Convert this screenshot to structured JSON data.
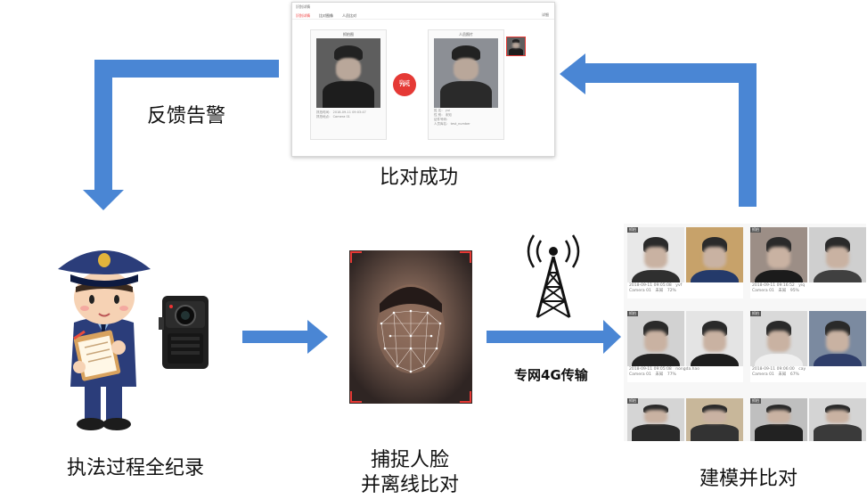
{
  "labels": {
    "feedback_alarm": "反馈告警",
    "match_success": "比对成功",
    "law_enforcement": "执法过程全纪录",
    "capture_line1": "捕捉人脸",
    "capture_line2": "并离线比对",
    "transmission": "专网4G传输",
    "modeling": "建模并比对"
  },
  "window": {
    "title": "识别详情",
    "tabs": [
      "识别详情",
      "比对图像",
      "人员比对"
    ],
    "tab_count": "详细",
    "left_header": "抓拍图",
    "right_header": "人员照片",
    "score_label": "相似度",
    "score_value": "79%",
    "left_meta": [
      "抓拍时间：  2018-09-11 09:03:47",
      "抓拍地点：  Camera 01"
    ],
    "right_meta": [
      "姓    名：  yui",
      "性    别：  未知",
      "证件号码：",
      "人员库名：  test_number"
    ]
  },
  "gallery": [
    {
      "tag": "抓拍",
      "time": "2018-09-11 09:05:08",
      "camera": "Camera 01",
      "name": "yvf",
      "gender": "未知",
      "score": "72%"
    },
    {
      "tag": "抓拍",
      "time": "2018-09-11 09:16:52",
      "camera": "Camera 01",
      "name": "yiq",
      "gender": "未知",
      "score": "95%"
    },
    {
      "tag": "抓拍",
      "time": "2018-09-11 09:05:08",
      "camera": "Camera 01",
      "name": "nongda.hao",
      "gender": "未知",
      "score": "77%"
    },
    {
      "tag": "抓拍",
      "time": "2018-09-11 09:06:00",
      "camera": "Camera 01",
      "name": "cay",
      "gender": "未知",
      "score": "67%"
    },
    {
      "tag": "抓拍",
      "time": "",
      "camera": "",
      "name": "",
      "gender": "",
      "score": ""
    },
    {
      "tag": "抓拍",
      "time": "",
      "camera": "",
      "name": "",
      "gender": "",
      "score": ""
    }
  ],
  "colors": {
    "arrow": "#4a86d4",
    "alarm_red": "#e53935",
    "uniform_blue": "#2b3d7a",
    "skin": "#f6d2b4"
  }
}
